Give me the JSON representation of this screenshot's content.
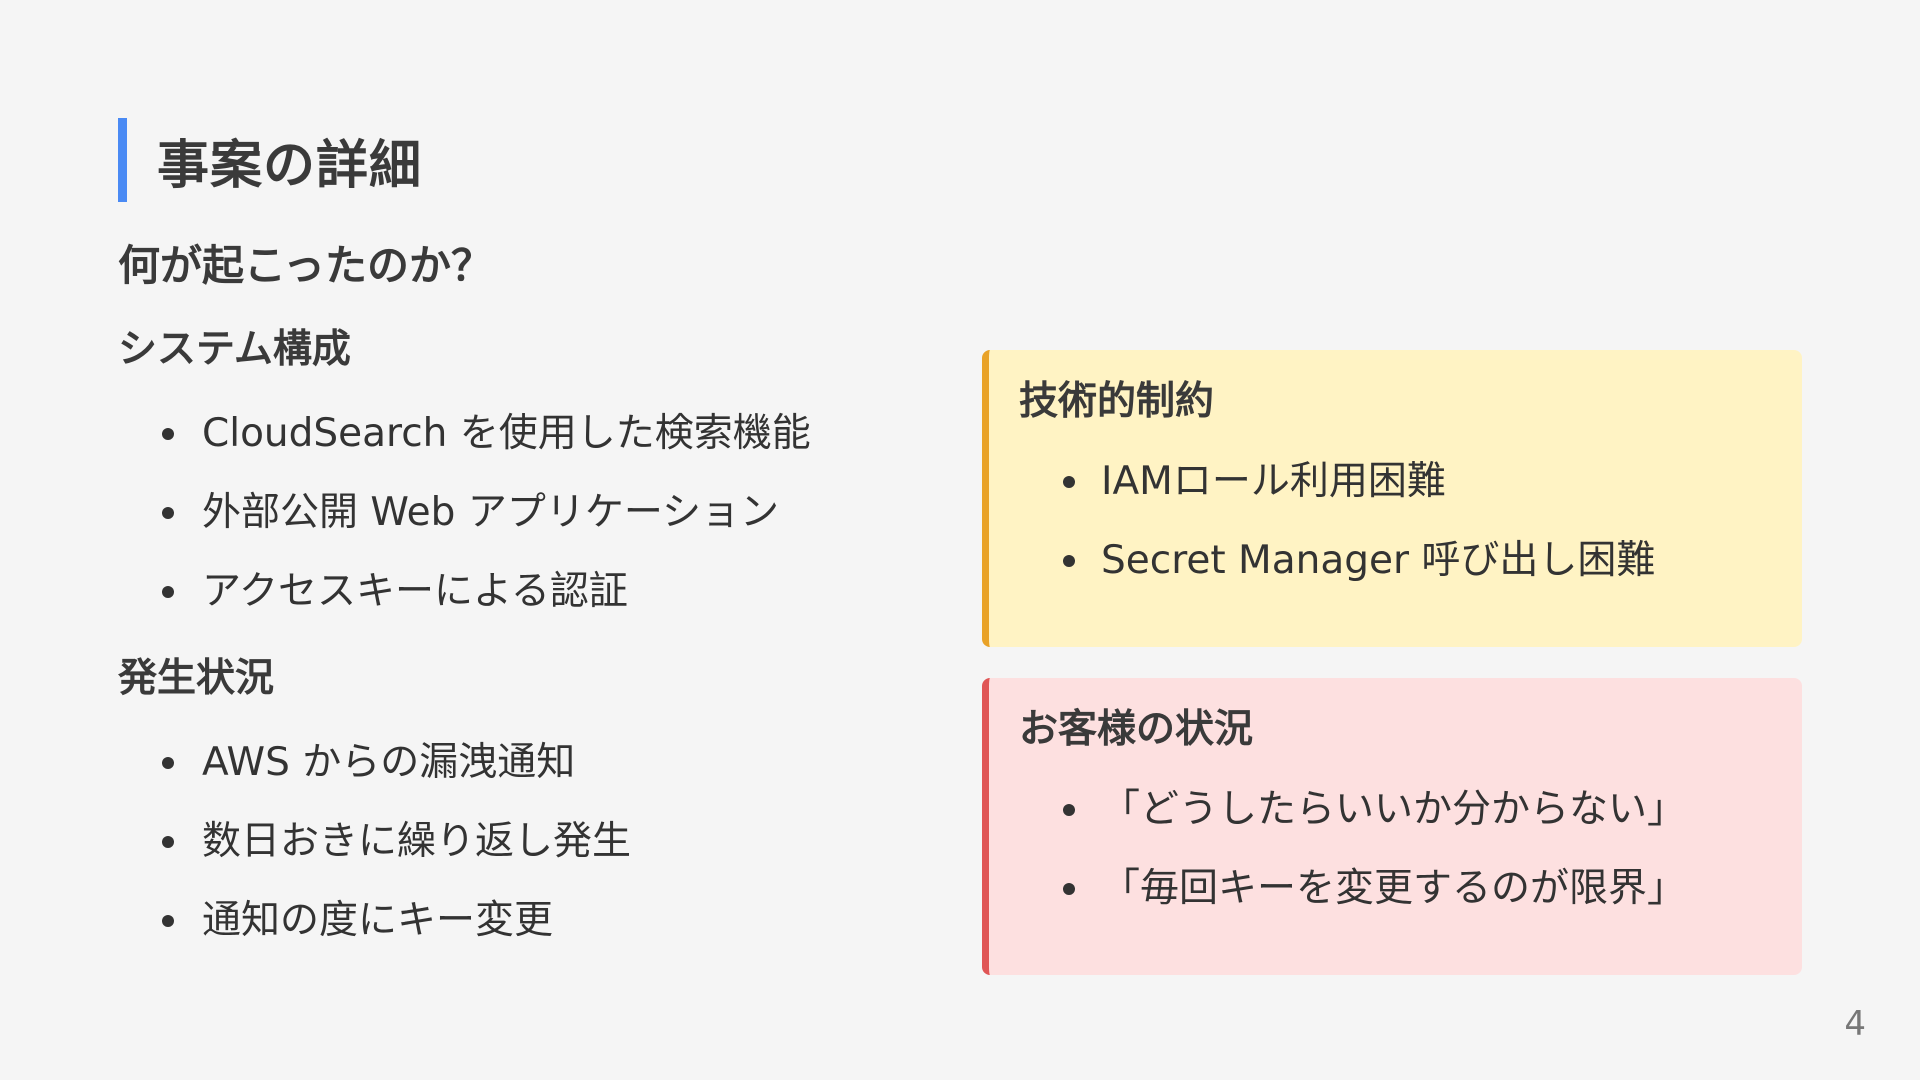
{
  "title": "事案の詳細",
  "subtitle": "何が起こったのか？",
  "sections": [
    {
      "heading": "システム構成",
      "items": [
        "CloudSearch を使用した検索機能",
        "外部公開 Web アプリケーション",
        "アクセスキーによる認証"
      ]
    },
    {
      "heading": "発生状況",
      "items": [
        "AWS からの漏洩通知",
        "数日おきに繰り返し発生",
        "通知の度にキー変更"
      ]
    }
  ],
  "boxes": [
    {
      "title": "技術的制約",
      "items": [
        "IAMロール利用困難",
        "Secret Manager 呼び出し困難"
      ]
    },
    {
      "title": "お客様の状況",
      "items": [
        "「どうしたらいいか分からない」",
        "「毎回キーを変更するのが限界」"
      ]
    }
  ],
  "page_number": "4",
  "colors": {
    "title_accent": "#4a8af4",
    "tech_box_bg": "#fff3c4",
    "tech_box_accent": "#e9a227",
    "customer_box_bg": "#fde0e0",
    "customer_box_accent": "#e05555"
  }
}
